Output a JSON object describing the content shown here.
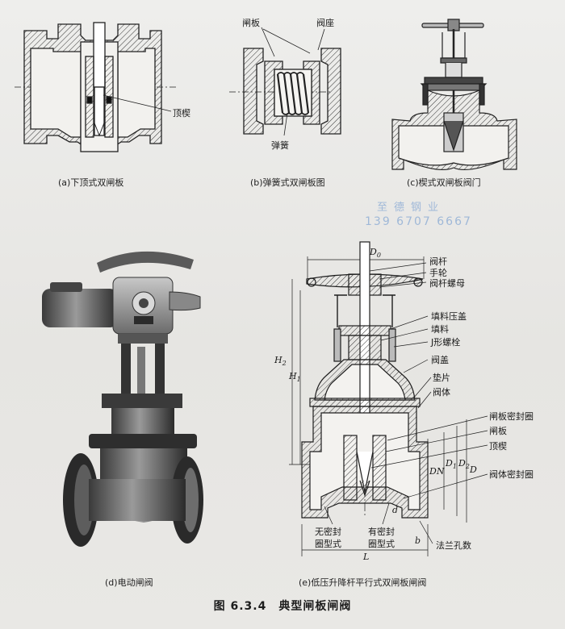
{
  "figure_title": "图 6.3.4　典型闸板闸阀",
  "watermark": {
    "company": "至德钢业",
    "phone": "139 6707 6667"
  },
  "panels": {
    "a": {
      "caption": "(a)下顶式双闸板",
      "labels": {
        "top_wedge": "顶楔"
      }
    },
    "b": {
      "caption": "(b)弹簧式双闸板图",
      "labels": {
        "gate": "闸板",
        "seat": "阀座",
        "spring": "弹簧"
      }
    },
    "c": {
      "caption": "(c)楔式双闸板阀门"
    },
    "d": {
      "caption": "(d)电动闸阀"
    },
    "e": {
      "caption": "(e)低压升降杆平行式双闸板闸阀",
      "labels": {
        "stem": "阀杆",
        "handwheel": "手轮",
        "stem_nut": "阀杆螺母",
        "gland": "填料压盖",
        "packing": "填料",
        "j_bolt": "J形螺栓",
        "bonnet": "阀盖",
        "gasket": "垫片",
        "body": "阀体",
        "gate_seal_ring": "闸板密封圈",
        "gate": "闸板",
        "top_wedge": "顶楔",
        "body_seal_ring": "阀体密封圈",
        "flange_holes": "法兰孔数",
        "no_seal_ring": "无密封\n圈型式",
        "with_seal_ring": "有密封\n圈型式"
      },
      "dims": {
        "D0": "D",
        "D0_sub": "0",
        "H2": "H",
        "H2_sub": "2",
        "H1": "H",
        "H1_sub": "1",
        "DN": "DN",
        "D1": "D",
        "D1_sub": "1",
        "D2": "D",
        "D2_sub": "2",
        "D": "D",
        "d": "d",
        "b": "b",
        "L": "L"
      }
    }
  }
}
